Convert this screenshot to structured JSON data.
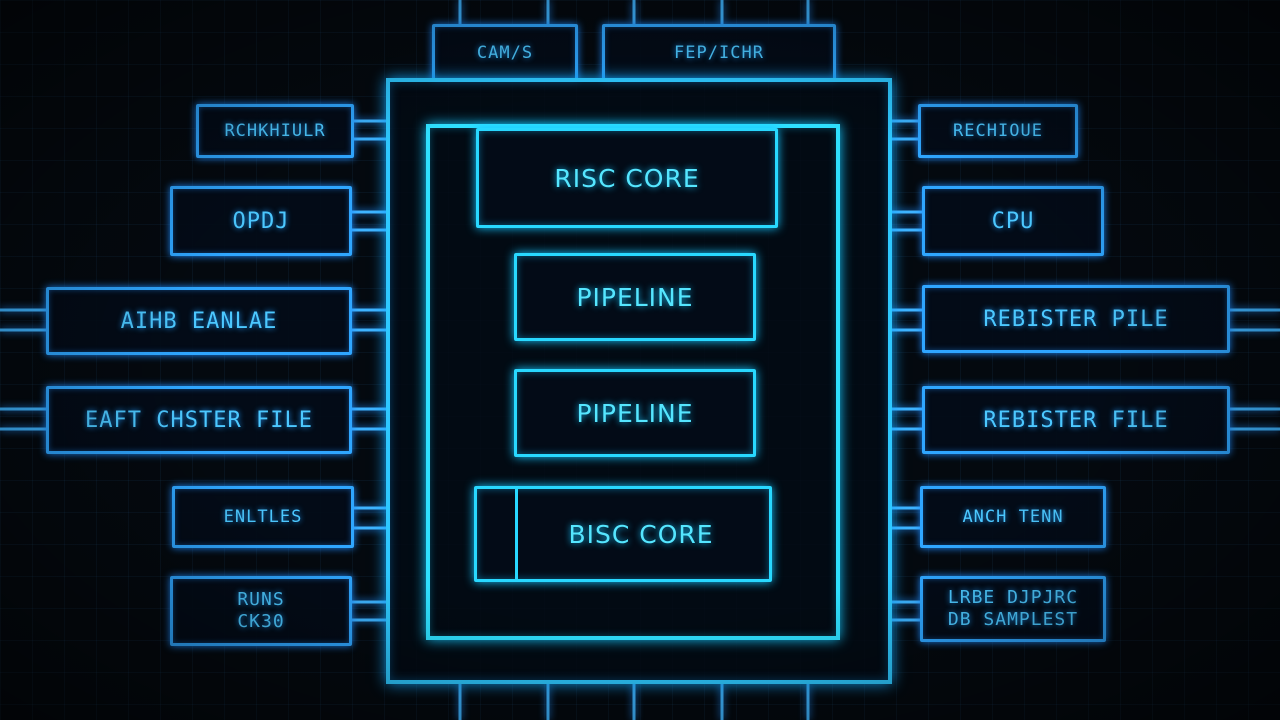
{
  "top": {
    "left_block": "CAM/S",
    "right_block": "FEP/ICHR"
  },
  "left": {
    "b1": "RCHKHIULR",
    "b2": "OPDJ",
    "b3": "AIHB EANLAE",
    "b4": "EAFT CHSTER FILE",
    "b5": "ENLTLES",
    "b6_line1": "RUNS",
    "b6_line2": "CK30"
  },
  "right": {
    "b1": "RECHIOUE",
    "b2": "CPU",
    "b3": "REBISTER PILE",
    "b4": "REBISTER FILE",
    "b5": "ANCH TENN",
    "b6_line1": "LRBE DJPJRC",
    "b6_line2": "DB SAMPLEST"
  },
  "core": {
    "top_block": "RISC CORE",
    "pipeline_1": "PIPELINE",
    "pipeline_2": "PIPELINE",
    "bottom_block": "BISC CORE"
  }
}
